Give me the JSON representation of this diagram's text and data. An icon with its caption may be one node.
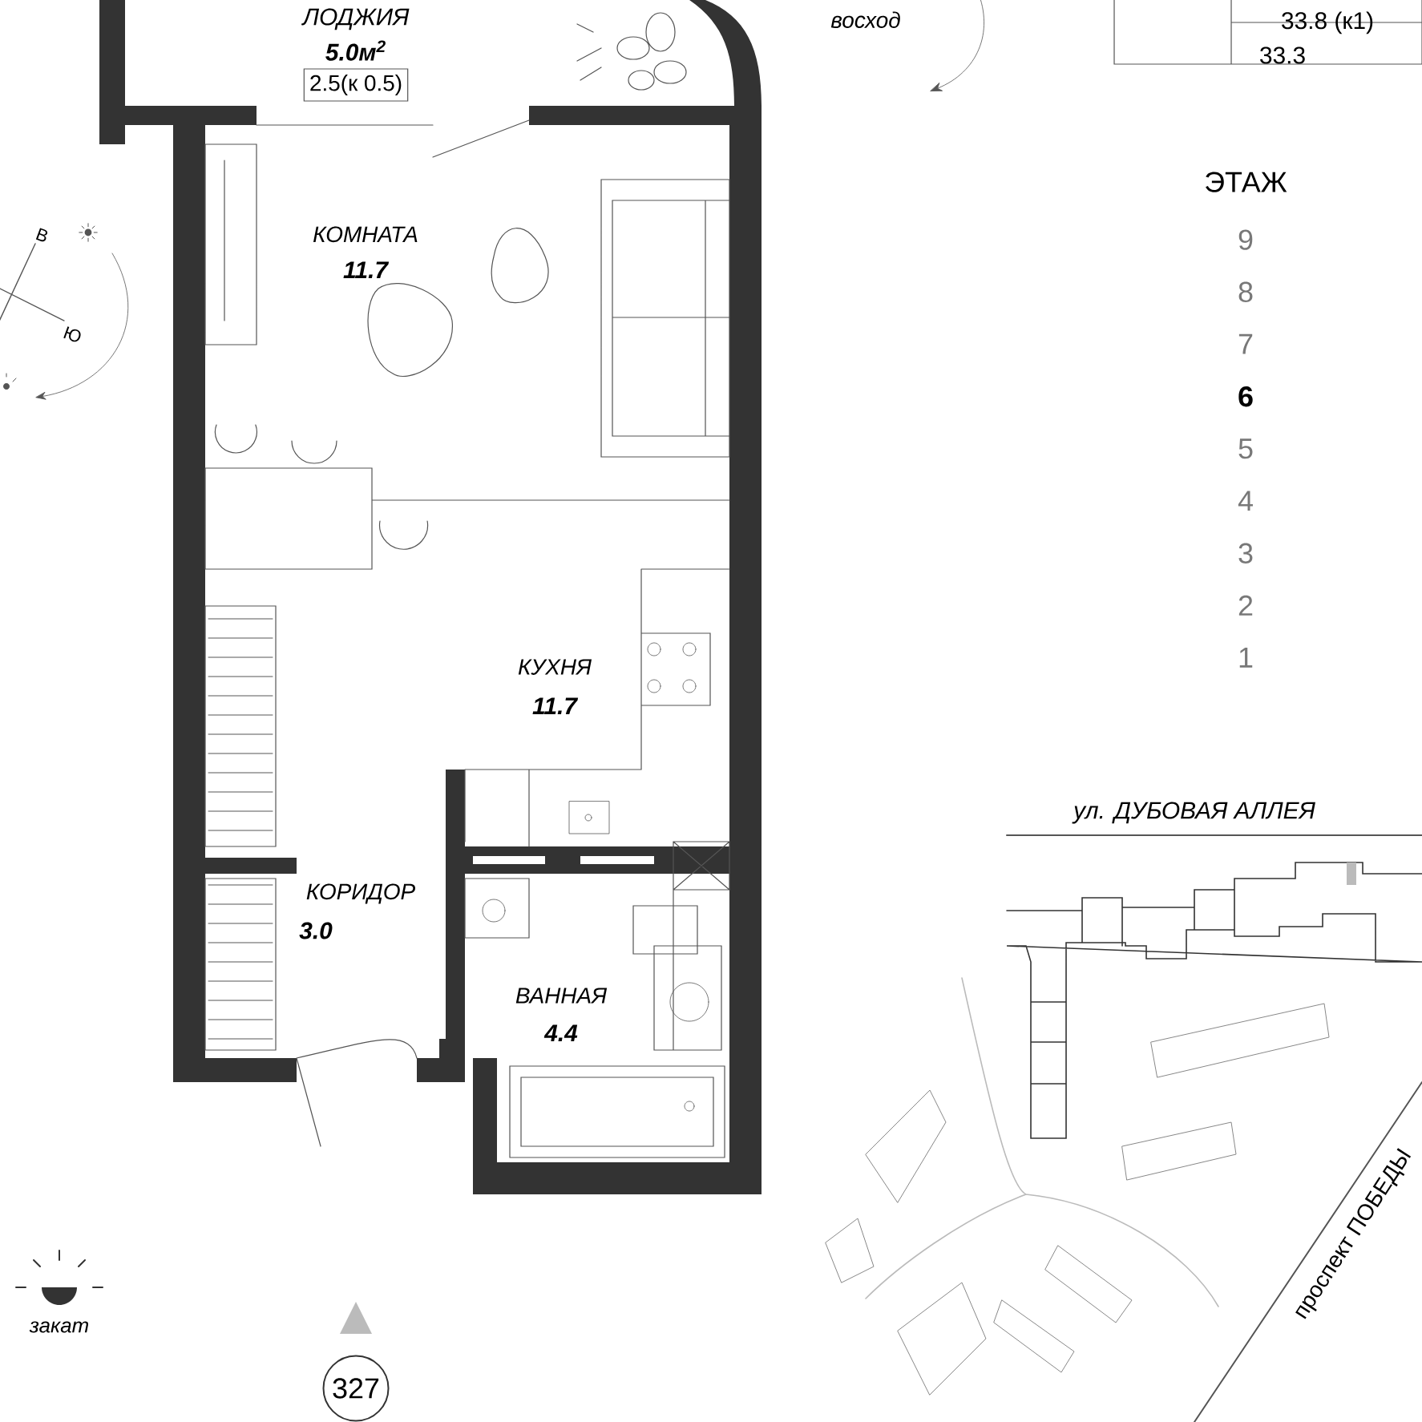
{
  "diagram": {
    "nodes": [
      {
        "text": [
          "2.5(к 0.5)"
        ]
      },
      {
        "text": [
          "327"
        ]
      }
    ],
    "labels": [
      "ЛОДЖИЯ",
      "5.0м$^{2}$",
      "восход",
      "33.8 (к1)",
      "33.3",
      "В",
      "Ю",
      "КОМНАТА",
      "11.7",
      "ЭТАЖ",
      "9",
      "8",
      "7",
      "6",
      "5",
      "4",
      "3",
      "2",
      "1",
      "КУХНЯ",
      "11.7",
      "КОРИДОР",
      "3.0",
      "ВАННАЯ",
      "4.4",
      "ул. ДУБОВАЯ АЛЛЕЯ",
      "закат",
      "проспект ПОБЕДЫ"
    ]
  }
}
